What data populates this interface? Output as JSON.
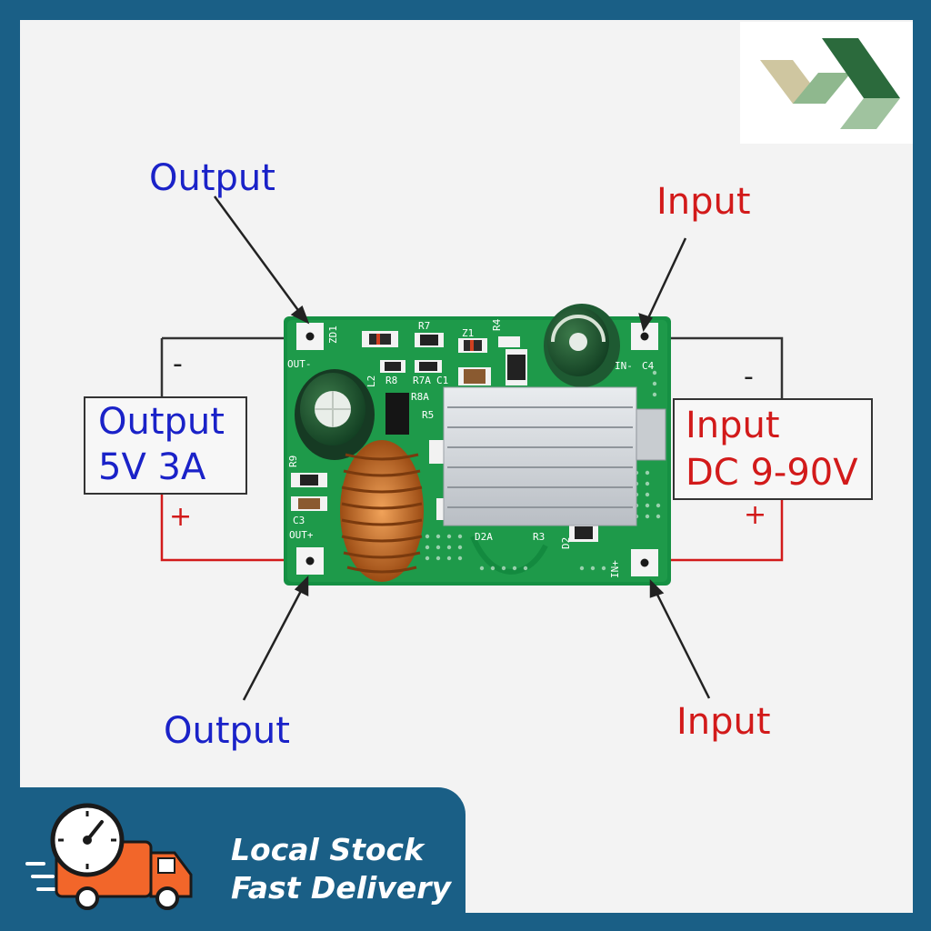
{
  "labels": {
    "output_top": "Output",
    "output_bottom": "Output",
    "input_top": "Input",
    "input_bottom": "Input",
    "output_box_line1": "Output",
    "output_box_line2": "5V 3A",
    "input_box_line1": "Input",
    "input_box_line2": "DC 9-90V",
    "minus": "-",
    "plus": "+"
  },
  "board_silkscreen": {
    "zd1": "ZD1",
    "r7": "R7",
    "z1": "Z1",
    "r4": "R4",
    "out_minus": "OUT-",
    "l2": "L2",
    "r8": "R8",
    "r7a": "R7A",
    "c1": "C1",
    "r8a": "R8A",
    "r5": "R5",
    "in_minus": "IN-",
    "c4": "C4",
    "r9": "R9",
    "c3": "C3",
    "out_plus": "OUT+",
    "d2a": "D2A",
    "r3": "R3",
    "d2": "D2",
    "in_plus": "IN+"
  },
  "banner": {
    "line1": "Local Stock",
    "line2": "Fast Delivery"
  },
  "colors": {
    "frame": "#1a5f86",
    "output_text": "#1a22c8",
    "input_text": "#d21a1a",
    "pcb": "#1e9a4a",
    "logo_dark_green": "#2b6a3c",
    "logo_light_green": "#8fb88e",
    "logo_tan": "#cfc6a0",
    "truck": "#f2662a"
  }
}
